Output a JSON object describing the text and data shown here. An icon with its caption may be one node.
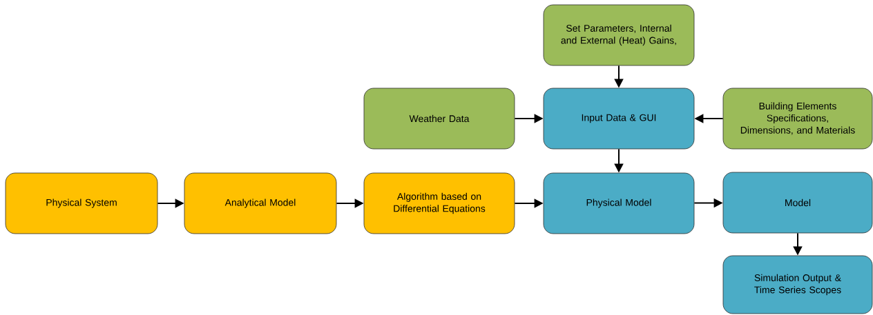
{
  "diagram": {
    "nodes": [
      {
        "text": [
          "Set Parameters, Internal and External (Heat) Gains,"
        ]
      },
      {
        "text": [
          "Weather Data"
        ]
      },
      {
        "text": [
          "Input Data & GUI"
        ]
      },
      {
        "text": [
          "Building Elements Specifications, Dimensions, and Materials"
        ]
      },
      {
        "text": [
          "Physical System"
        ]
      },
      {
        "text": [
          "Analytical Model"
        ]
      },
      {
        "text": [
          "Algorithm based on Differential Equations"
        ]
      },
      {
        "text": [
          "Physical Model"
        ]
      },
      {
        "text": [
          "Model"
        ]
      },
      {
        "text": [
          "Simulation Output & Time Series Scopes"
        ]
      }
    ],
    "edges": [
      {
        "from": 0,
        "to": 2,
        "arrow": "to"
      },
      {
        "from": 1,
        "to": 2,
        "arrow": "to"
      },
      {
        "from": 3,
        "to": 2,
        "arrow": "to"
      },
      {
        "from": 2,
        "to": 7,
        "arrow": "to"
      },
      {
        "from": 4,
        "to": 5,
        "arrow": "to"
      },
      {
        "from": 5,
        "to": 6,
        "arrow": "to"
      },
      {
        "from": 6,
        "to": 7,
        "arrow": "to"
      },
      {
        "from": 7,
        "to": 8,
        "arrow": "to"
      },
      {
        "from": 8,
        "to": 9,
        "arrow": "to"
      }
    ]
  }
}
